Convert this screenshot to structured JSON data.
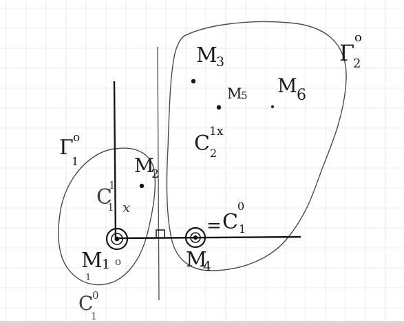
{
  "labels": {
    "gamma1": {
      "main": "Γ",
      "sup": "o",
      "sub": "1"
    },
    "gamma2": {
      "main": "Γ",
      "sup": "o",
      "sub": "2"
    },
    "M1": {
      "main": "M",
      "sub": "1"
    },
    "M2": {
      "main": "M",
      "sub": "2"
    },
    "M3": {
      "main": "M",
      "sub": "3"
    },
    "M4": {
      "main": "M",
      "sub": "4"
    },
    "M5": {
      "main": "M",
      "sub": "5"
    },
    "M6": {
      "main": "M",
      "sub": "6"
    },
    "C1_1x": {
      "main": "C",
      "sup": "1",
      "sub": "1",
      "mark": "x"
    },
    "C2_1x": {
      "main": "C",
      "sup": "1x",
      "sub": "2"
    },
    "eq_C1_0": {
      "prefix": "=",
      "main": "C",
      "sup": "0",
      "sub": "1"
    },
    "C1_0_bottom": {
      "main": "C",
      "sup": "0",
      "sub": "1"
    },
    "small_o": "o",
    "small_1": "1"
  },
  "colors": {
    "ink": "#151515",
    "pencil": "#4a4a4a",
    "grid": "#e4e6ea",
    "paper": "#ffffff"
  }
}
